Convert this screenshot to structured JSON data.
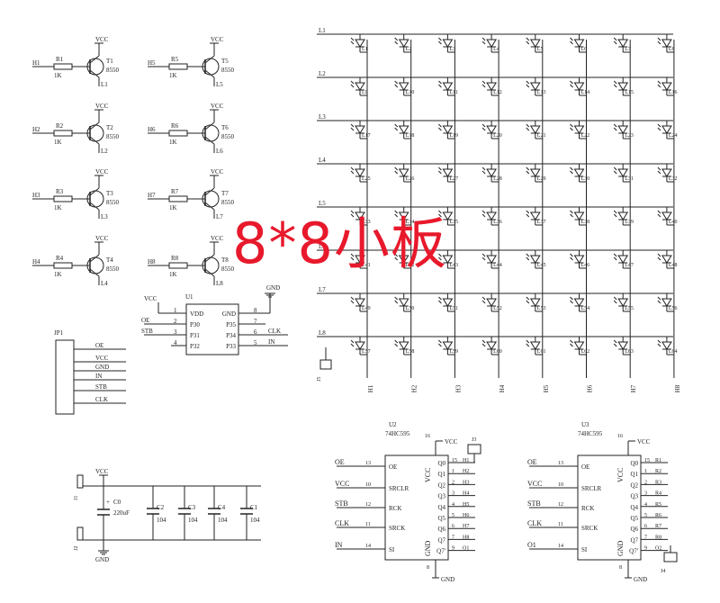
{
  "overlay_title": "8*8小板",
  "colors": {
    "ink": "#222222",
    "accent": "#e8192c"
  },
  "transistor_drivers": [
    {
      "base_net": "H1",
      "resistor": "R1",
      "resistor_value": "1K",
      "transistor": "T1",
      "part": "8550",
      "output": "L1",
      "supply": "VCC"
    },
    {
      "base_net": "H5",
      "resistor": "R5",
      "resistor_value": "1K",
      "transistor": "T5",
      "part": "8550",
      "output": "L5",
      "supply": "VCC"
    },
    {
      "base_net": "H2",
      "resistor": "R2",
      "resistor_value": "1K",
      "transistor": "T2",
      "part": "8550",
      "output": "L2",
      "supply": "VCC"
    },
    {
      "base_net": "H6",
      "resistor": "R6",
      "resistor_value": "1K",
      "transistor": "T6",
      "part": "8550",
      "output": "L6",
      "supply": "VCC"
    },
    {
      "base_net": "H3",
      "resistor": "R3",
      "resistor_value": "1K",
      "transistor": "T3",
      "part": "8550",
      "output": "L3",
      "supply": "VCC"
    },
    {
      "base_net": "H7",
      "resistor": "R7",
      "resistor_value": "1K",
      "transistor": "T7",
      "part": "8550",
      "output": "L7",
      "supply": "VCC"
    },
    {
      "base_net": "H4",
      "resistor": "R4",
      "resistor_value": "1K",
      "transistor": "T4",
      "part": "8550",
      "output": "L4",
      "supply": "VCC"
    },
    {
      "base_net": "H8",
      "resistor": "R8",
      "resistor_value": "1K",
      "transistor": "T8",
      "part": "8550",
      "output": "L8",
      "supply": "VCC"
    }
  ],
  "u1": {
    "ref": "U1",
    "ext_vcc": "VCC",
    "ext_gnd": "GND",
    "pin_names": [
      "VDD",
      "GND",
      "P30",
      "P35",
      "P31",
      "P34",
      "P32",
      "P33"
    ],
    "pin_numbers": [
      "1",
      "8",
      "2",
      "7",
      "3",
      "6",
      "4",
      "5"
    ],
    "left_nets": [
      "OE",
      "STB"
    ],
    "right_nets": [
      "CLK",
      "IN"
    ]
  },
  "jp1": {
    "ref": "JP1",
    "lines": [
      "OE",
      "VCC",
      "GND",
      "IN",
      "STB",
      "CLK"
    ]
  },
  "power": {
    "vcc": "VCC",
    "gnd": "GND",
    "jacks": [
      "J1",
      "J2"
    ],
    "c0": {
      "ref": "C0",
      "value": "220uF"
    },
    "caps": [
      {
        "ref": "C2",
        "value": "104"
      },
      {
        "ref": "C3",
        "value": "104"
      },
      {
        "ref": "C4",
        "value": "104"
      },
      {
        "ref": "C1",
        "value": "104"
      }
    ]
  },
  "matrix": {
    "rows": [
      "L1",
      "L2",
      "L3",
      "L4",
      "L5",
      "L6",
      "L7",
      "L8"
    ],
    "cols": [
      "H1",
      "H2",
      "H3",
      "H4",
      "H5",
      "H6",
      "H7",
      "H8"
    ],
    "led_labels": [
      "L1",
      "L2",
      "L3",
      "L4",
      "L5",
      "L6",
      "L7",
      "L8",
      "L9",
      "L10",
      "L11",
      "L12",
      "L13",
      "L14",
      "L15",
      "L16",
      "L17",
      "L18",
      "L19",
      "L20",
      "L21",
      "L22",
      "L23",
      "L24",
      "L25",
      "L26",
      "L27",
      "L28",
      "L29",
      "L30",
      "L31",
      "L32",
      "L33",
      "L34",
      "L35",
      "L36",
      "L37",
      "L38",
      "L39",
      "L40",
      "L41",
      "L42",
      "L43",
      "L44",
      "L45",
      "L46",
      "L47",
      "L48",
      "L49",
      "L50",
      "L51",
      "L52",
      "L53",
      "L54",
      "L55",
      "L56",
      "L57",
      "L58",
      "L59",
      "L60",
      "L61",
      "L62",
      "L63",
      "L64"
    ],
    "connector": "J5"
  },
  "u2": {
    "ref": "U2",
    "part": "74HC595",
    "left_pins": [
      {
        "net": "OE",
        "num": "13",
        "name": "OE"
      },
      {
        "net": "VCC",
        "num": "10",
        "name": "SRCLR"
      },
      {
        "net": "STB",
        "num": "12",
        "name": "RCK"
      },
      {
        "net": "CLK",
        "num": "11",
        "name": "SRCK"
      },
      {
        "net": "IN",
        "num": "14",
        "name": "SI"
      }
    ],
    "top": {
      "num": "16",
      "net": "VCC",
      "name": "VCC"
    },
    "bottom": {
      "num": "8",
      "net": "GND",
      "name": "GND"
    },
    "outputs": [
      {
        "name": "Q0",
        "num": "15",
        "net": "H1"
      },
      {
        "name": "Q1",
        "num": "1",
        "net": "H2"
      },
      {
        "name": "Q2",
        "num": "2",
        "net": "H3"
      },
      {
        "name": "Q3",
        "num": "3",
        "net": "H4"
      },
      {
        "name": "Q4",
        "num": "4",
        "net": "H5"
      },
      {
        "name": "Q5",
        "num": "5",
        "net": "H6"
      },
      {
        "name": "Q6",
        "num": "6",
        "net": "H7"
      },
      {
        "name": "Q7",
        "num": "7",
        "net": "H8"
      },
      {
        "name": "Q7'",
        "num": "9",
        "net": "O1"
      }
    ],
    "connector": "J3"
  },
  "u3": {
    "ref": "U3",
    "part": "74HC595",
    "left_pins": [
      {
        "net": "OE",
        "num": "13",
        "name": "OE"
      },
      {
        "net": "VCC",
        "num": "10",
        "name": "SRCLR"
      },
      {
        "net": "STB",
        "num": "12",
        "name": "RCK"
      },
      {
        "net": "CLK",
        "num": "11",
        "name": "SRCK"
      },
      {
        "net": "O1",
        "num": "14",
        "name": "SI"
      }
    ],
    "top": {
      "num": "16",
      "net": "VCC",
      "name": "VCC"
    },
    "bottom": {
      "num": "8",
      "net": "GND",
      "name": "GND"
    },
    "outputs": [
      {
        "name": "Q0",
        "num": "15",
        "net": "R1"
      },
      {
        "name": "Q1",
        "num": "1",
        "net": "R2"
      },
      {
        "name": "Q2",
        "num": "2",
        "net": "R3"
      },
      {
        "name": "Q3",
        "num": "3",
        "net": "R4"
      },
      {
        "name": "Q4",
        "num": "4",
        "net": "R5"
      },
      {
        "name": "Q5",
        "num": "5",
        "net": "R6"
      },
      {
        "name": "Q6",
        "num": "6",
        "net": "R7"
      },
      {
        "name": "Q7",
        "num": "7",
        "net": "R8"
      },
      {
        "name": "Q7'",
        "num": "9",
        "net": "O2"
      }
    ],
    "connector": "J4"
  }
}
